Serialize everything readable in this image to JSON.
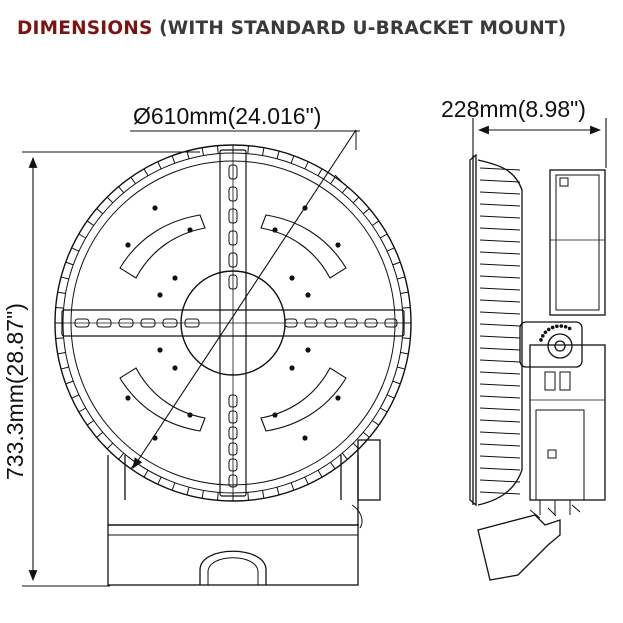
{
  "title": {
    "accent": "DIMENSIONS",
    "rest": " (WITH STANDARD U-BRACKET MOUNT)"
  },
  "dimensions": {
    "diameter": "Ø610mm(24.016\")",
    "depth": "228mm(8.98\")",
    "height": "733.3mm(28.87\")"
  },
  "colors": {
    "accent": "#7a1414",
    "title_text": "#3a3a3a",
    "line": "#111111"
  }
}
